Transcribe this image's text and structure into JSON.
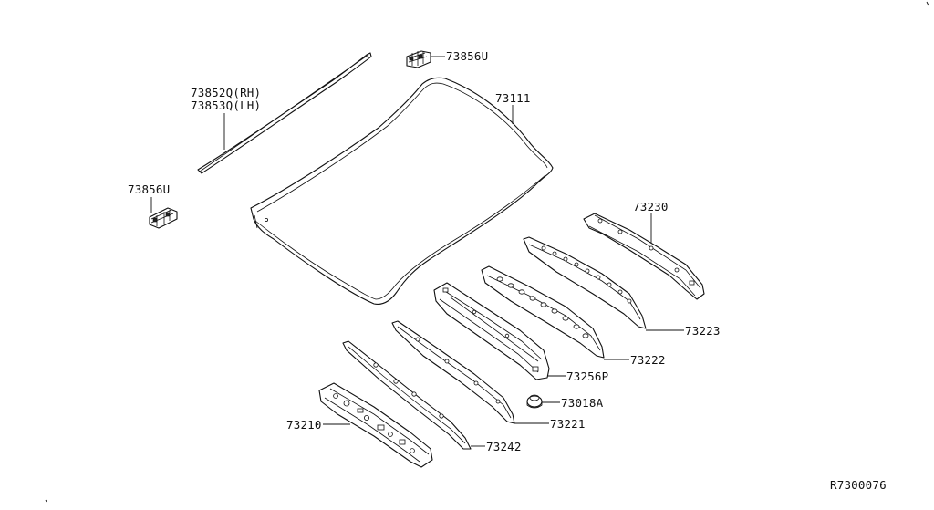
{
  "labels": {
    "roof_panel": "73111",
    "molding_rh": "73852Q(RH)",
    "molding_lh": "73853Q(LH)",
    "clip_top": "73856U",
    "clip_left": "73856U",
    "rail_rear": "73230",
    "bow_73223": "73223",
    "bow_73222": "73222",
    "reinforcement_73256p": "73256P",
    "grommet_73018a": "73018A",
    "rail_73221": "73221",
    "rail_73242": "73242",
    "rail_front": "73210",
    "diagram_id": "R7300076"
  },
  "colors": {
    "line": "#111111",
    "background": "#ffffff"
  }
}
